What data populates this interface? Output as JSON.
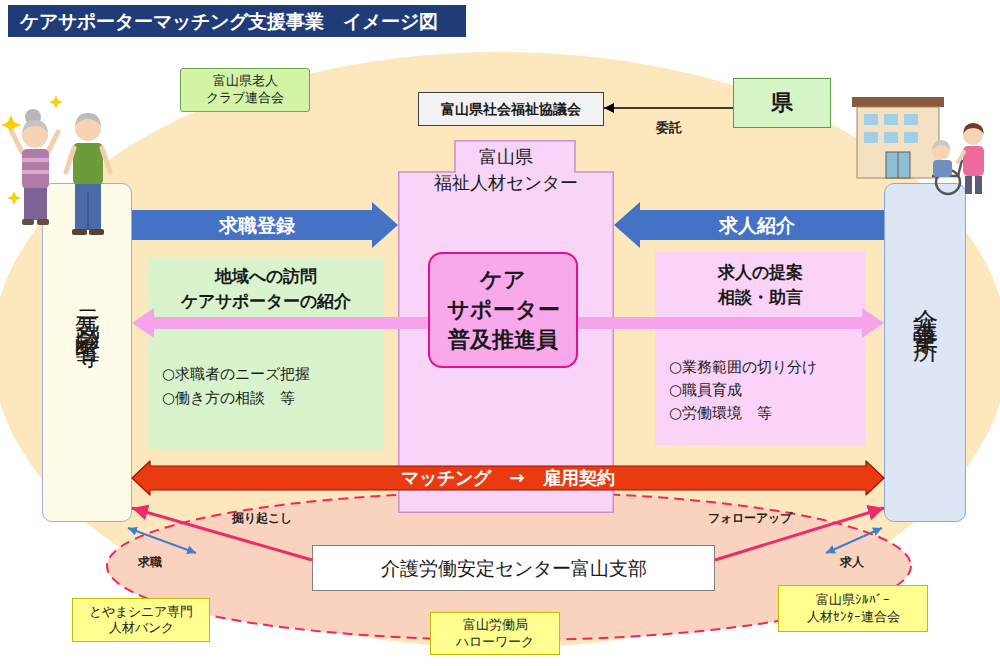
{
  "diagram": {
    "title": "ケアサポーターマッチング支援事業　イメージ図",
    "nodes": [
      {
        "text": [
          "富山県老人 クラブ連合会"
        ]
      },
      {
        "text": [
          "富山県社会福祉協議会"
        ]
      },
      {
        "text": [
          "県"
        ]
      },
      {
        "text": [
          "富山県 福祉人材センター"
        ]
      },
      {
        "text": [
          "ケア サポーター 普及推進員"
        ],
        "in": 3
      },
      {
        "text": [
          "元気高齢者等"
        ]
      },
      {
        "text": [
          "介護事業所"
        ]
      },
      {
        "text": [
          "地域への訪問 ケアサポーターの紹介",
          "○求職者のニーズ把握",
          "○働き方の相談　等"
        ]
      },
      {
        "text": [
          "求人の提案 相談・助言",
          "○業務範囲の切り分け",
          "○職員育成",
          "○労働環境　等"
        ]
      },
      {
        "text": [
          "介護労働安定センター富山支部"
        ]
      },
      {
        "text": [
          "とやまシニア専門 人材バンク"
        ]
      },
      {
        "text": [
          "富山労働局 ハローワーク"
        ]
      },
      {
        "text": [
          "富山県ｼﾙﾊﾞｰ 人材ｾﾝﾀｰ連合会"
        ]
      }
    ],
    "edges": [
      {
        "from": 2,
        "to": 1,
        "label": "委託",
        "arrow": "to"
      },
      {
        "from": 5,
        "to": 3,
        "label": "求職登録",
        "arrow": "to"
      },
      {
        "from": 6,
        "to": 3,
        "label": "求人紹介",
        "arrow": "to"
      },
      {
        "from": 4,
        "to": 5,
        "arrow": "to"
      },
      {
        "from": 4,
        "to": 6,
        "arrow": "to"
      },
      {
        "from": 5,
        "to": 6,
        "label": "マッチング　→　雇用契約",
        "arrow": "both"
      },
      {
        "from": 9,
        "to": 5,
        "label": "掘り起こし",
        "arrow": "to"
      },
      {
        "from": 9,
        "to": 6,
        "label": "フォローアップ",
        "arrow": "to"
      }
    ],
    "labels": [
      "求職",
      "求人"
    ]
  }
}
